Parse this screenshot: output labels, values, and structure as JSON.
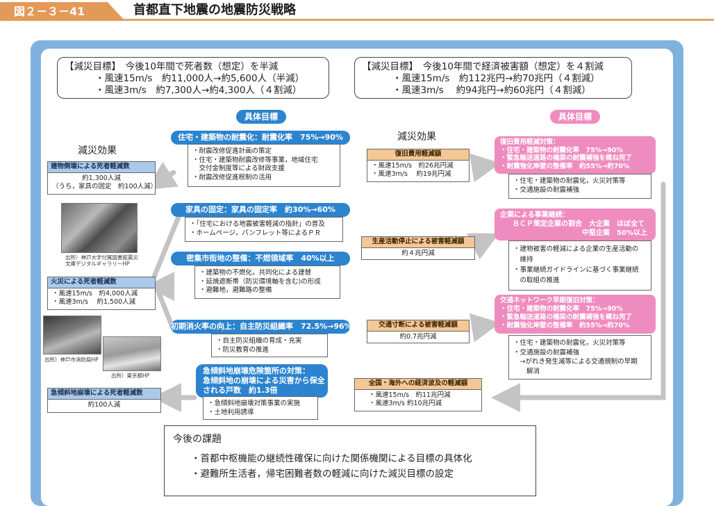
{
  "header": {
    "figure_no": "図２－３－41",
    "title": "首都直下地震の地震防災戦略"
  },
  "goals": {
    "left": {
      "title": "【減災目標】　今後10年間で死者数（想定）を半減",
      "lines": [
        "・風速15m/s　約11,000人→約5,600人（半減）",
        "・風速3m/s　約7,300人→約4,300人（４割減）"
      ]
    },
    "right": {
      "title": "【減災目標】　今後10年間で経済被害額（想定）を４割減",
      "lines": [
        "・風速15m/s　約112兆円→約70兆円（４割減）",
        "・風速3m/s　 約94兆円→約60兆円（４割減）"
      ]
    }
  },
  "labels": {
    "specific_goal_left": "具体目標",
    "specific_goal_right": "具体目標",
    "effect_left": "減災効果",
    "effect_right": "減災効果"
  },
  "middle_goals": [
    {
      "title": "住宅・建築物の耐震化：耐震化率　75%→90%",
      "items": [
        "・耐震改修促進計画の策定",
        "・住宅・建築物耐震改修等事業，地域住宅",
        "　交付金制度等による財政支援",
        "・耐震改修促進税制の活用"
      ]
    },
    {
      "title": "家具の固定：家具の固定率　約30%→60%",
      "items": [
        "・「住宅における地震被害軽減の指針」の普及",
        "・ホームページ，パンフレット等によるＰＲ"
      ]
    },
    {
      "title": "密集市街地の整備：不燃領域率　40%以上",
      "items": [
        "・建築物の不燃化，共同化による建替",
        "・延焼遮断帯（防災環境軸を含む)の形成",
        "・避難地，避難路の整備"
      ]
    },
    {
      "title": "初期消火率の向上：自主防災組織率　72.5%→96%",
      "items": [
        "・自主防災組織の育成・充実",
        "・防災教育の推進"
      ]
    },
    {
      "title_lines": [
        "急傾斜地崩壊危険箇所の対策：",
        "急傾斜地の崩壊による災害から保全",
        "される戸数　約1.3倍"
      ],
      "items": [
        "・急傾斜地崩壊対策事業の実施",
        "・土地利用誘導"
      ]
    }
  ],
  "left_effects": [
    {
      "title": "建物倒壊による死者軽減数",
      "lines": [
        "約1,300人減",
        "（うち，家具の固定　約100人減）"
      ]
    },
    {
      "title": "火災による死者軽減数",
      "lines": [
        "・風速15m/s　約4,000人減",
        "・風速3m/s　 約1,500人減"
      ]
    },
    {
      "title": "急傾斜地崩壊による死者軽減数",
      "lines": [
        "約100人減"
      ]
    }
  ],
  "photo_credits": [
    [
      "出所）神戸大学付属図書館震災",
      "文庫デジタルギャラリーHP"
    ],
    [
      "出所）神戸市消防局HP"
    ],
    [
      "出所）東京都HP"
    ]
  ],
  "right_effects": [
    {
      "title": "復旧費用軽減額",
      "lines": [
        "・風速15m/s　約26兆円減",
        "・風速3m/s　 約19兆円減"
      ]
    },
    {
      "title": "生産活動停止による被害軽減額",
      "lines": [
        "約４兆円減"
      ]
    },
    {
      "title": "交通寸断による被害軽減額",
      "lines": [
        "約0.7兆円減"
      ]
    },
    {
      "title": "全国・海外への経済波及の軽減額",
      "lines": [
        "・風速15m/s　約11兆円減",
        "・風速3m/s  約10兆円減"
      ]
    }
  ],
  "right_goals": [
    {
      "pink_lines": [
        "復旧費用軽減対策：",
        "・住宅・建築物の耐震化率　75%→90%",
        "・緊急輸送道路の橋梁の耐震補強を概ね完了",
        "・耐震強化岸壁の整備率　約55%→約70%"
      ],
      "items": [
        "・住宅・建築物の耐震化，火災対策等",
        "・交通施設の耐震補強"
      ]
    },
    {
      "pink_lines": [
        "企業による事業継続：",
        "ＢＣＰ策定企業の割合　大企業　ほぼ全て",
        "中堅企業　50%以上"
      ],
      "items": [
        "・建物被害の軽減による企業の生産活動の",
        "　維持",
        "・事業継続ガイドラインに基づく事業継続",
        "　の取組の推進"
      ]
    },
    {
      "pink_lines": [
        "交通ネットワーク早期復旧対策：",
        "・住宅・建築物の耐震化率　75%→90%",
        "・緊急輸送道路の橋梁の耐震補強を概ね完了",
        "・耐震強化岸壁の整備率　約55%→約70%"
      ],
      "items": [
        "・住宅・建築物の耐震化，火災対策等",
        "・交通施設の耐震補強",
        "　→がれき発生減等による交通規制の早期",
        "　　解消"
      ]
    }
  ],
  "issues": {
    "title": "今後の課題",
    "items": [
      "・首都中枢機能の継続性確保に向けた関係機関による目標の具体化",
      "・避難所生活者，帰宅困難者数の軽減に向けた減災目標の設定"
    ]
  }
}
